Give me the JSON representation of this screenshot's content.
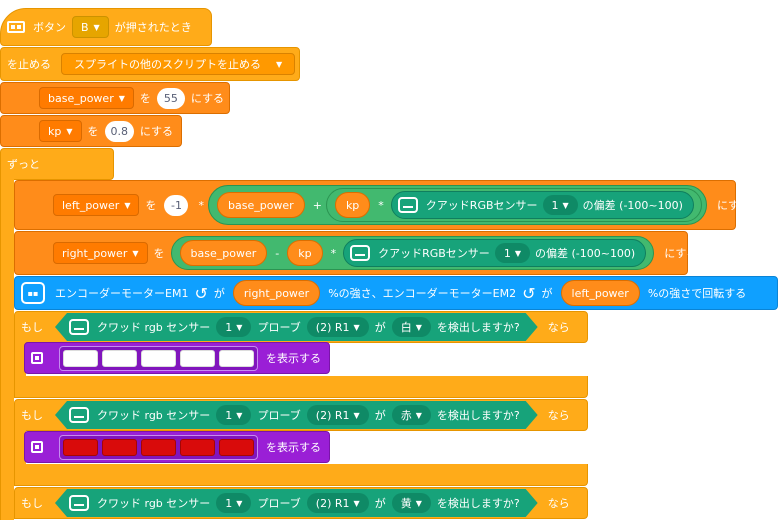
{
  "hat": {
    "label_button": "ボタン",
    "button_value": "B",
    "label_pressed": "が押されたとき"
  },
  "stop": {
    "label": "を止める",
    "option": "スプライトの他のスクリプトを止める"
  },
  "set_base": {
    "variable": "base_power",
    "label_to": "を",
    "value": "55",
    "label_set": "にする"
  },
  "set_kp": {
    "variable": "kp",
    "label_to": "を",
    "value": "0.8",
    "label_set": "にする"
  },
  "forever": {
    "label": "ずっと"
  },
  "set_left": {
    "variable": "left_power",
    "label_to": "を",
    "neg": "-1",
    "mul": "*",
    "base": "base_power",
    "plus": "+",
    "kp": "kp",
    "mul2": "*",
    "sensor_label": "クアッドRGBセンサー",
    "sensor_index": "1",
    "deviation": "の偏差 (-100~100)",
    "label_set": "にする"
  },
  "set_right": {
    "variable": "right_power",
    "label_to": "を",
    "base": "base_power",
    "minus": "-",
    "kp": "kp",
    "mul": "*",
    "sensor_label": "クアッドRGBセンサー",
    "sensor_index": "1",
    "deviation": "の偏差 (-100~100)",
    "label_set": "にする"
  },
  "motor": {
    "label1": "エンコーダーモーターEM1",
    "label_ga1": "が",
    "reporter1": "right_power",
    "label2": "%の強さ、エンコーダーモーターEM2",
    "label_ga2": "が",
    "reporter2": "left_power",
    "label3": "%の強さで回転する"
  },
  "if_blocks": [
    {
      "if_label": "もし",
      "sensor": "クワッド rgb センサー",
      "index": "1",
      "probe_label": "プローブ",
      "probe": "(2) R1",
      "ga": "が",
      "color": "白",
      "detect": "を検出しますか?",
      "then": "なら"
    },
    {
      "if_label": "もし",
      "sensor": "クワッド rgb センサー",
      "index": "1",
      "probe_label": "プローブ",
      "probe": "(2) R1",
      "ga": "が",
      "color": "赤",
      "detect": "を検出しますか?",
      "then": "なら"
    },
    {
      "if_label": "もし",
      "sensor": "クワッド rgb センサー",
      "index": "1",
      "probe_label": "プローブ",
      "probe": "(2) R1",
      "ga": "が",
      "color": "黄",
      "detect": "を検出しますか?",
      "then": "なら"
    }
  ],
  "display": [
    {
      "label": "を表示する",
      "color": "#ffffff"
    },
    {
      "label": "を表示する",
      "color": "#d90b0b"
    }
  ]
}
